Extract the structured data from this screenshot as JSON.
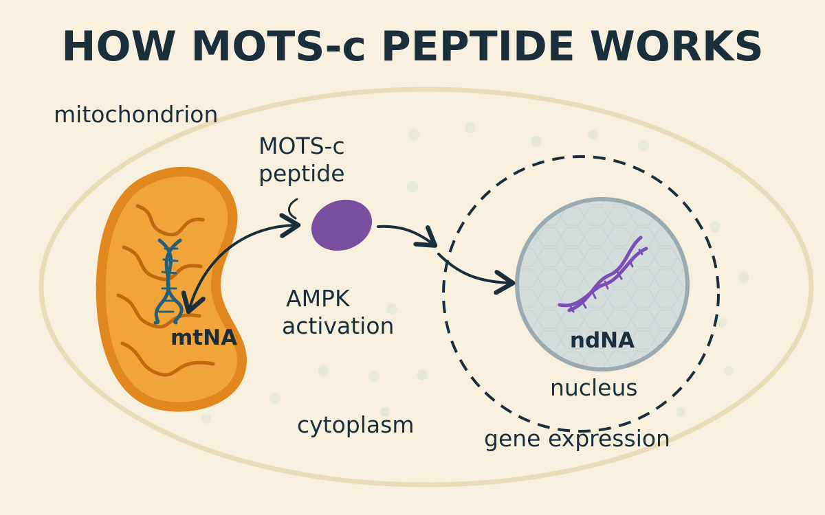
{
  "title": "HOW MOTS-c PEPTIDE WORKS",
  "labels": {
    "mitochondrion": "mitochondrion",
    "peptide_line1": "MOTS-c",
    "peptide_line2": "peptide",
    "mtdna": "mtNA",
    "ampk_line1": "AMPK",
    "ampk_line2": "activation",
    "ndna": "ndNA",
    "nucleus": "nucleus",
    "cytoplasm": "cytoplasm",
    "gene_expression": "gene expression"
  },
  "colors": {
    "background": "#f8f0df",
    "cell_membrane": "#e9dcb8",
    "mitochondrion_outer": "#e0871d",
    "mitochondrion_inner": "#f0a43a",
    "mitochondrion_cristae": "#c0670f",
    "peptide": "#7a4fa0",
    "nucleus_fill": "#d5dcdc",
    "nucleus_edge": "#9aaab0",
    "mt_dna": "#25607a",
    "nuclear_dna": "#7a4fb5",
    "text": "#1b2e3c"
  },
  "icons": {
    "mitochondrion": "mitochondrion-icon",
    "mt_dna": "dna-helix-icon",
    "peptide": "peptide-oval-icon",
    "nucleus": "nucleus-icon",
    "nuclear_dna": "dna-helix-icon"
  }
}
